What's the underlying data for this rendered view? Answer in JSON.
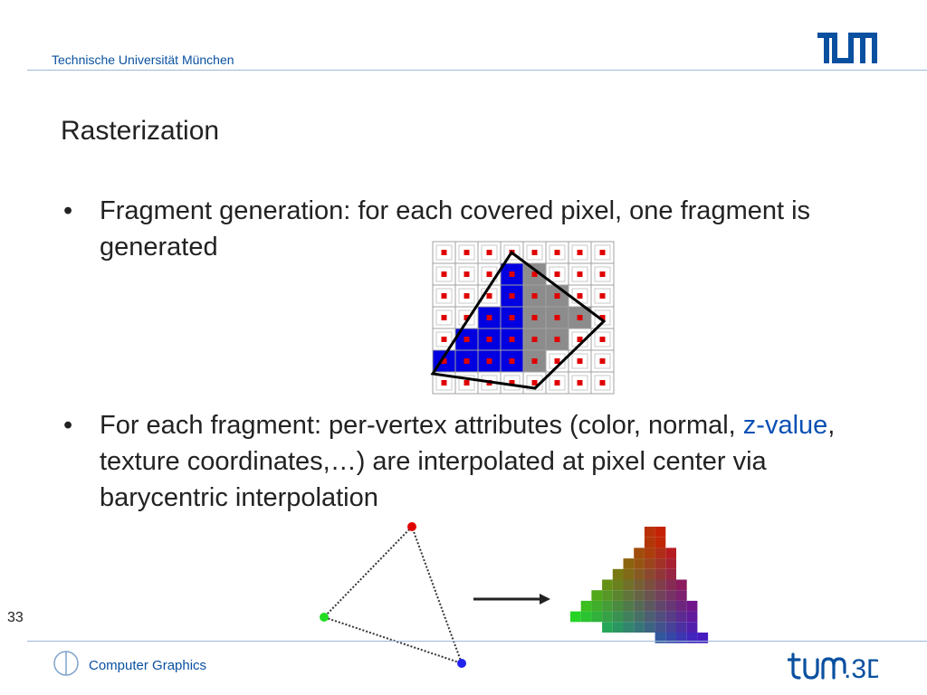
{
  "header": {
    "university": "Technische Universität München",
    "logo_text": "TUM"
  },
  "slide": {
    "title": "Rasterization",
    "bullet_char": "•",
    "bullets": [
      {
        "text": "Fragment generation: for each covered pixel, one fragment is generated"
      },
      {
        "before": "For each fragment: per-vertex attributes (color, normal, ",
        "highlight": "z-value",
        "after": ", texture coordinates,…) are interpolated at pixel center via barycentric interpolation"
      }
    ],
    "page_number": "33"
  },
  "footer": {
    "course": "Computer Graphics",
    "logo_text": "tum.3D"
  },
  "colors": {
    "accent": "#0a50a0",
    "highlight": "#0a50b4",
    "covered_pixel_blue": "#0000e0",
    "covered_pixel_gray": "#8c8c8c",
    "sample_point": "#e00000",
    "vertex_red": "#e00000",
    "vertex_green": "#22dd22",
    "vertex_blue": "#2222ee"
  }
}
